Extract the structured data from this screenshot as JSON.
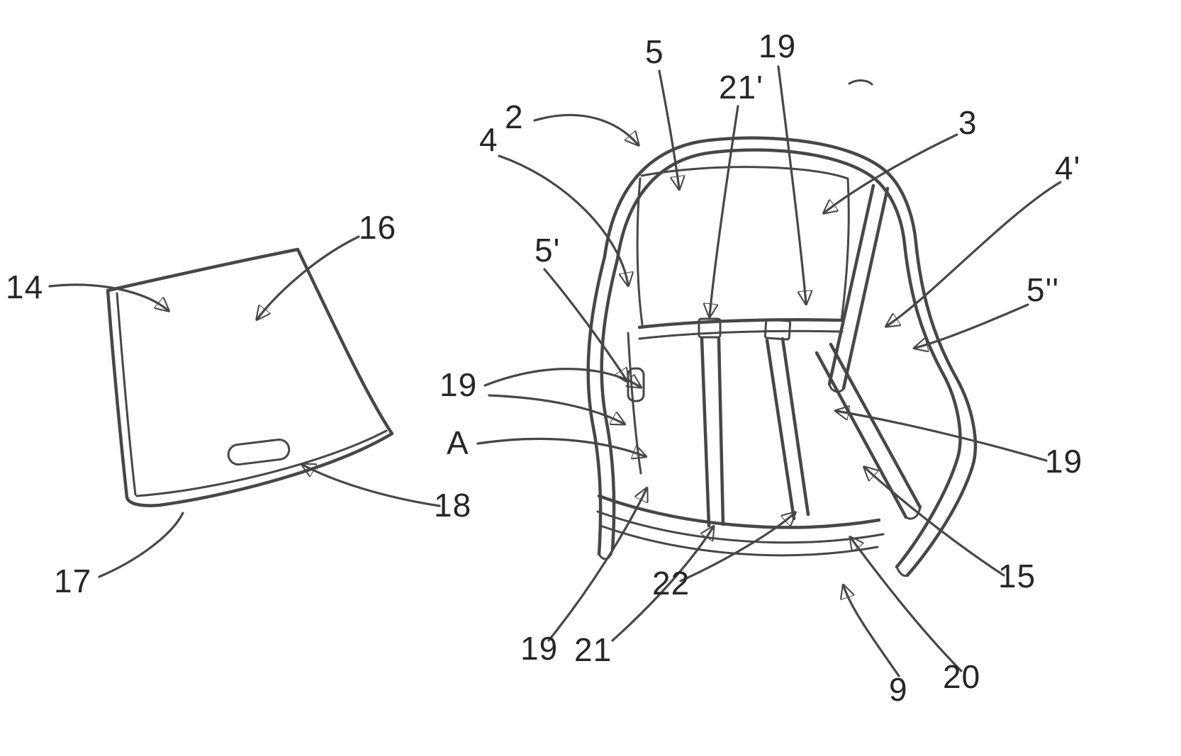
{
  "figure": {
    "ink_color": "#474747",
    "background_color": "#ffffff",
    "callouts": [
      {
        "text": "5"
      },
      {
        "text": "19"
      },
      {
        "text": "21'"
      },
      {
        "text": "2"
      },
      {
        "text": "4"
      },
      {
        "text": "3"
      },
      {
        "text": "4'"
      },
      {
        "text": "16"
      },
      {
        "text": "5'"
      },
      {
        "text": "14"
      },
      {
        "text": "5''"
      },
      {
        "text": "19"
      },
      {
        "text": "A"
      },
      {
        "text": "19"
      },
      {
        "text": "18"
      },
      {
        "text": "17"
      },
      {
        "text": "15"
      },
      {
        "text": "22"
      },
      {
        "text": "19"
      },
      {
        "text": "21"
      },
      {
        "text": "9"
      },
      {
        "text": "20"
      }
    ]
  }
}
